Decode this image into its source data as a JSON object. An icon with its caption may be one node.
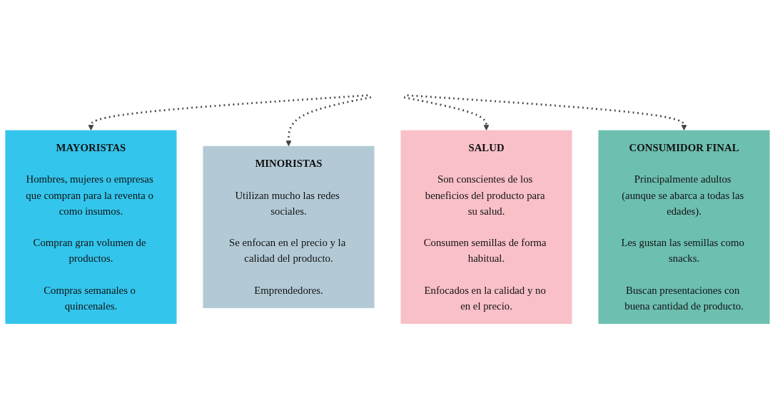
{
  "diagram": {
    "nodes": [
      {
        "text": [
          "MAYORISTAS",
          "Hombres, mujeres o empresas que compran para la reventa o como insumos.",
          "Compran gran volumen de productos.",
          "Compras semanales o quincenales."
        ]
      },
      {
        "text": [
          "MINORISTAS",
          "Utilizan mucho las redes sociales.",
          "Se enfocan en el precio y la calidad del producto.",
          "Emprendedores."
        ]
      },
      {
        "text": [
          "SALUD",
          "Son conscientes de los beneficios del producto para su salud.",
          "Consumen semillas de forma habitual.",
          "Enfocados en la calidad y no en el precio."
        ]
      },
      {
        "text": [
          "CONSUMIDOR FINAL",
          "Principalmente adultos (aunque se abarca a todas las edades).",
          "Les gustan las semillas como snacks.",
          "Buscan presentaciones con buena cantidad de producto."
        ]
      }
    ],
    "edges": [
      {
        "from": null,
        "to": 0,
        "arrow": "to",
        "style": "dashed"
      },
      {
        "from": null,
        "to": 1,
        "arrow": "to",
        "style": "dashed"
      },
      {
        "from": null,
        "to": 2,
        "arrow": "to",
        "style": "dashed"
      },
      {
        "from": null,
        "to": 3,
        "arrow": "to",
        "style": "dashed"
      }
    ]
  }
}
